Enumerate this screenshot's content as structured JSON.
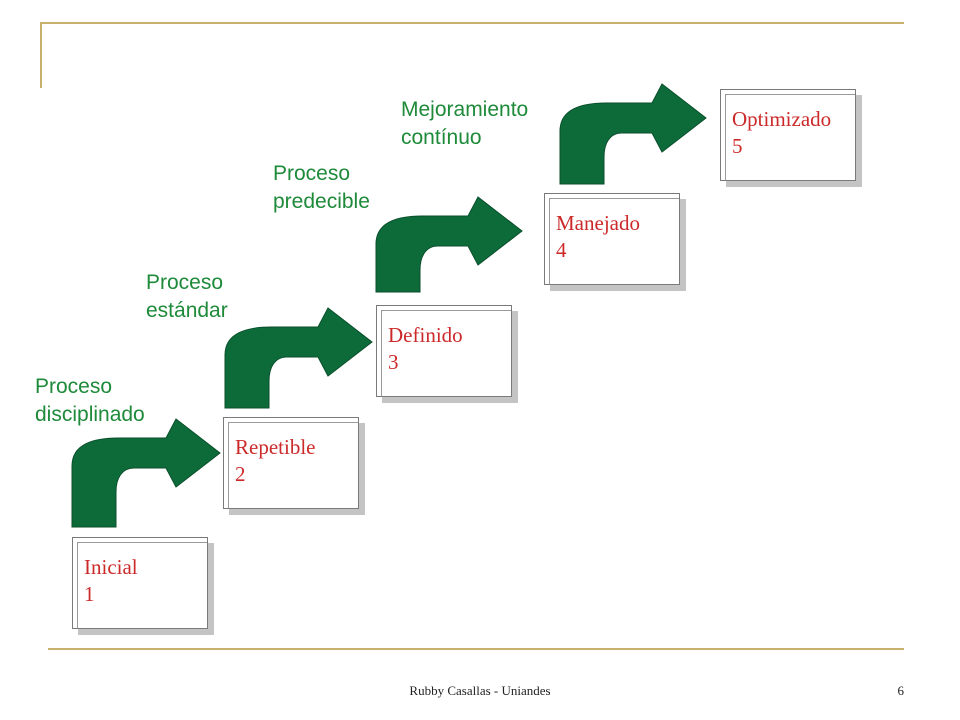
{
  "levels": [
    {
      "name": "Inicial",
      "number": "1"
    },
    {
      "name": "Repetible",
      "number": "2"
    },
    {
      "name": "Definido",
      "number": "3"
    },
    {
      "name": "Manejado",
      "number": "4"
    },
    {
      "name": "Optimizado",
      "number": "5"
    }
  ],
  "transitions": [
    {
      "line1": "Proceso",
      "line2": "disciplinado"
    },
    {
      "line1": "Proceso",
      "line2": "estándar"
    },
    {
      "line1": "Proceso",
      "line2": "predecible"
    },
    {
      "line1": "Mejoramiento",
      "line2": "contínuo"
    }
  ],
  "footer": {
    "author": "Rubby Casallas - Uniandes",
    "page": "6"
  },
  "colors": {
    "arrow": "#0d6b3a",
    "arrow_edge": "#0a4f2b",
    "level_text": "#cc2a2a",
    "transition_text": "#1e8a3a",
    "rule": "#c8b06e"
  }
}
